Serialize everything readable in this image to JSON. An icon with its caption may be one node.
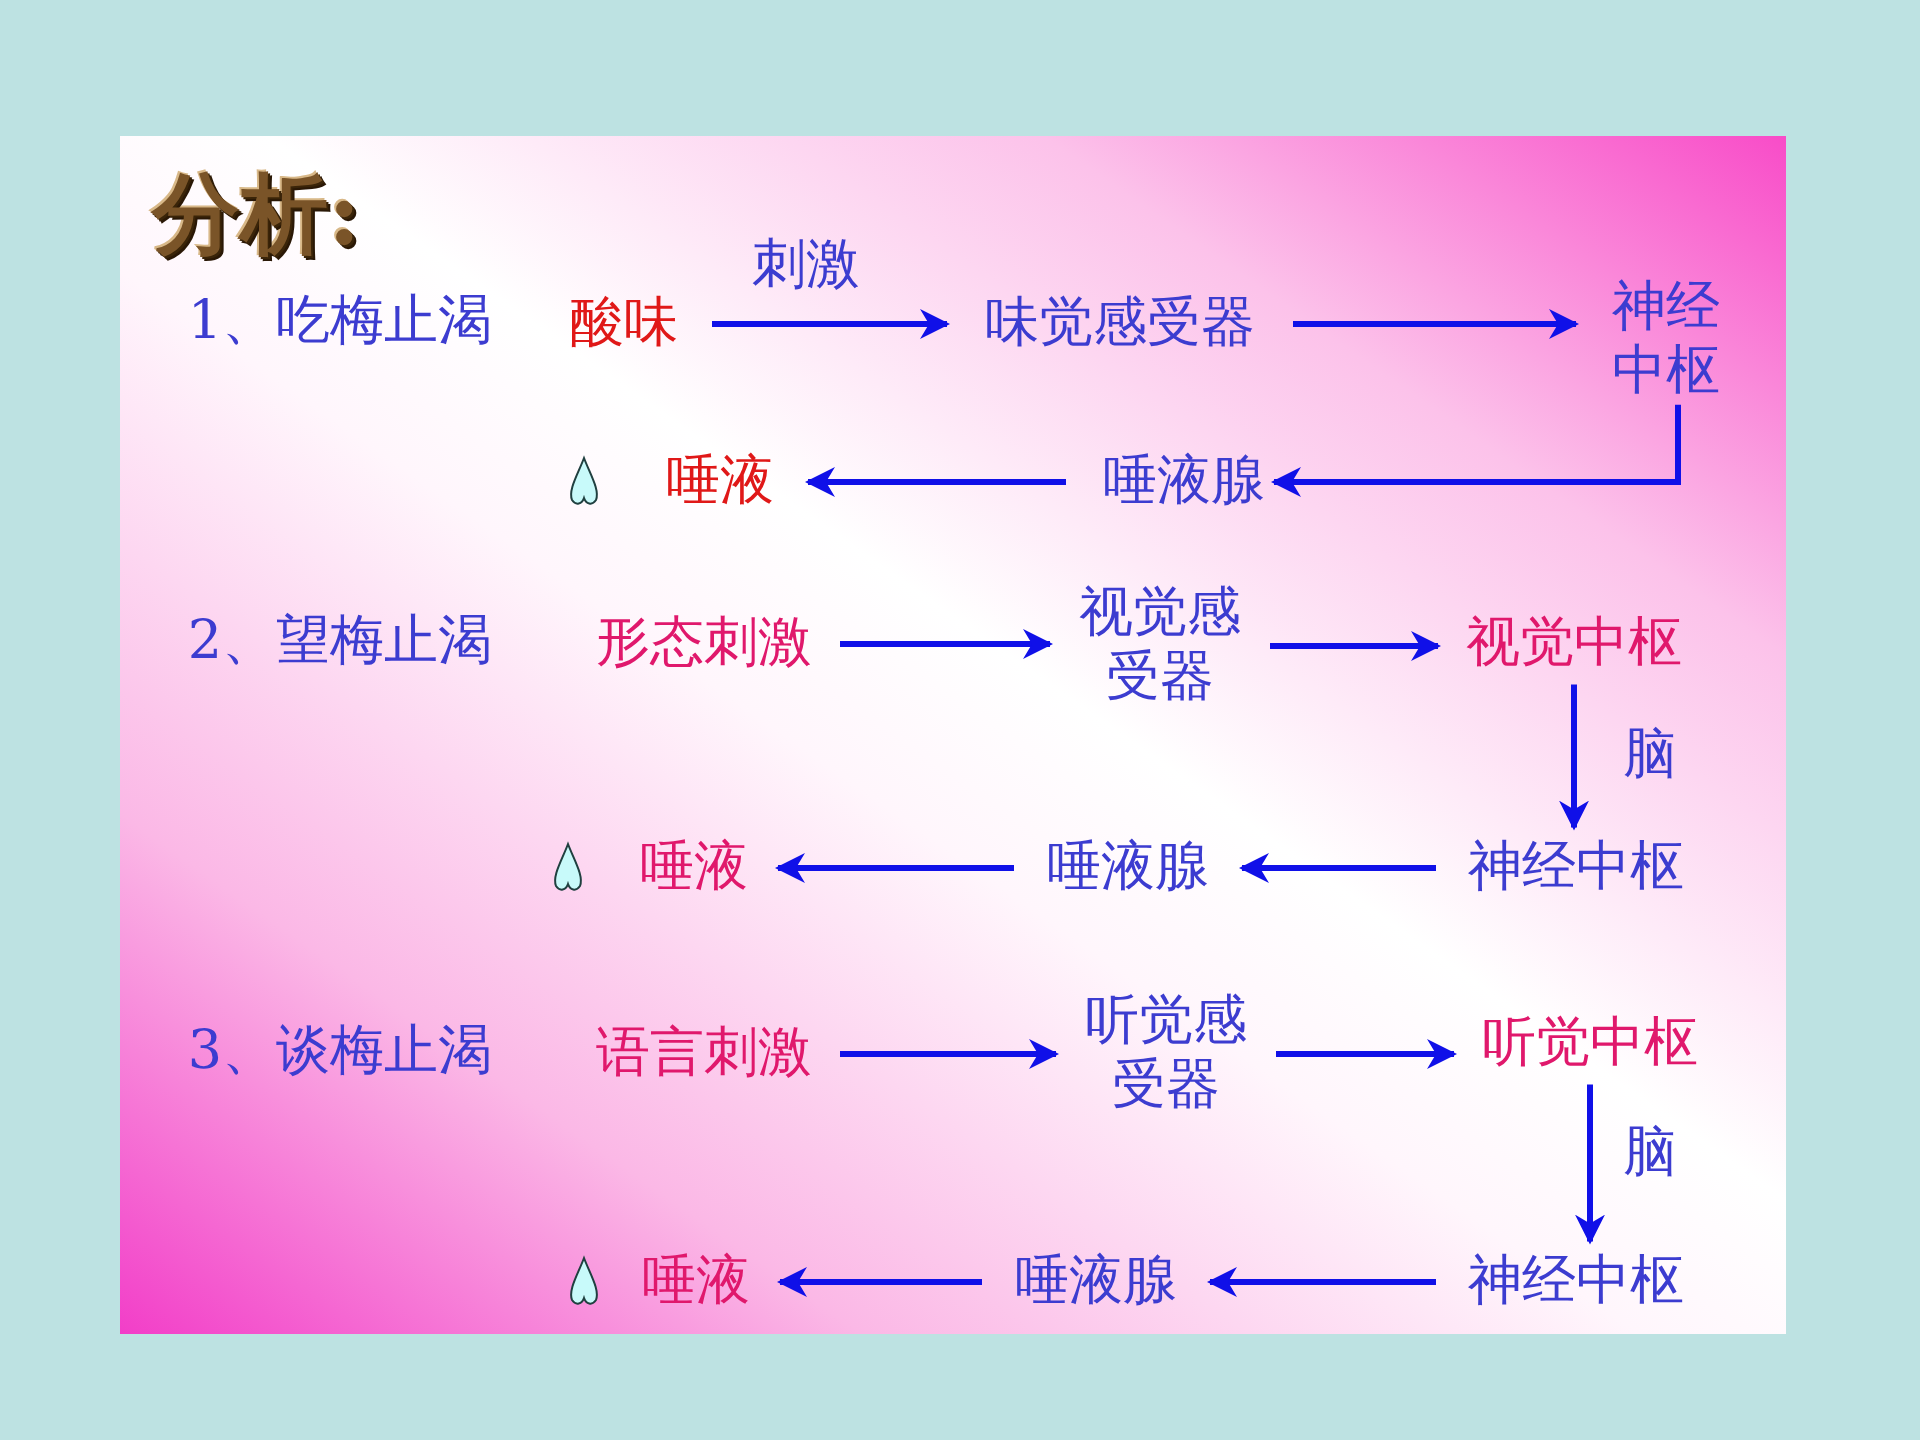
{
  "diagram": {
    "title": "分析:",
    "nodes": [
      {
        "text": [
          "酸味"
        ]
      },
      {
        "text": [
          "味觉感受器"
        ]
      },
      {
        "text": [
          "神经中枢"
        ]
      },
      {
        "text": [
          "唾液腺"
        ]
      },
      {
        "text": [
          "唾液"
        ]
      },
      {
        "text": [
          "形态刺激"
        ]
      },
      {
        "text": [
          "视觉感受器"
        ]
      },
      {
        "text": [
          "视觉中枢"
        ]
      },
      {
        "text": [
          "神经中枢"
        ]
      },
      {
        "text": [
          "唾液腺"
        ]
      },
      {
        "text": [
          "唾液"
        ]
      },
      {
        "text": [
          "语言刺激"
        ]
      },
      {
        "text": [
          "听觉感受器"
        ]
      },
      {
        "text": [
          "听觉中枢"
        ]
      },
      {
        "text": [
          "神经中枢"
        ]
      },
      {
        "text": [
          "唾液腺"
        ]
      },
      {
        "text": [
          "唾液"
        ]
      }
    ],
    "edges": [
      {
        "from": 0,
        "to": 1,
        "arrow": "to",
        "label": "刺激"
      },
      {
        "from": 1,
        "to": 2,
        "arrow": "to"
      },
      {
        "from": 2,
        "to": 3,
        "arrow": "to"
      },
      {
        "from": 3,
        "to": 4,
        "arrow": "to"
      },
      {
        "from": 5,
        "to": 6,
        "arrow": "to"
      },
      {
        "from": 6,
        "to": 7,
        "arrow": "to"
      },
      {
        "from": 7,
        "to": 8,
        "arrow": "to",
        "label": "脑"
      },
      {
        "from": 8,
        "to": 9,
        "arrow": "to"
      },
      {
        "from": 9,
        "to": 10,
        "arrow": "to"
      },
      {
        "from": 11,
        "to": 12,
        "arrow": "to"
      },
      {
        "from": 12,
        "to": 13,
        "arrow": "to"
      },
      {
        "from": 13,
        "to": 14,
        "arrow": "to",
        "label": "脑"
      },
      {
        "from": 14,
        "to": 15,
        "arrow": "to"
      },
      {
        "from": 15,
        "to": 16,
        "arrow": "to"
      }
    ],
    "labels": [
      "1、吃梅止渴",
      "2、望梅止渴",
      "3、谈梅止渴"
    ]
  }
}
